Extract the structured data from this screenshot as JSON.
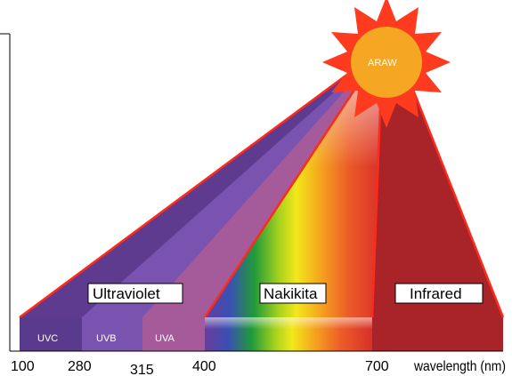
{
  "sun": {
    "label": "ARAW",
    "color": "#f5a623",
    "ray_color": "#ff3b1f"
  },
  "regions": {
    "ultraviolet": "Ultraviolet",
    "visible": "Nakikita",
    "infrared": "Infrared"
  },
  "uv_bands": [
    {
      "label": "UVC",
      "color": "#5a3a8c"
    },
    {
      "label": "UVB",
      "color": "#7a52b0"
    },
    {
      "label": "UVA",
      "color": "#a55a9a"
    }
  ],
  "axis": {
    "ticks": [
      "100",
      "280",
      "315",
      "400",
      "700"
    ],
    "unit_label": "wavelength (nm)"
  },
  "colors": {
    "ultraviolet_beam": "#5e3b8e",
    "infrared": "#a82428",
    "outline": "#ff2a1a"
  }
}
